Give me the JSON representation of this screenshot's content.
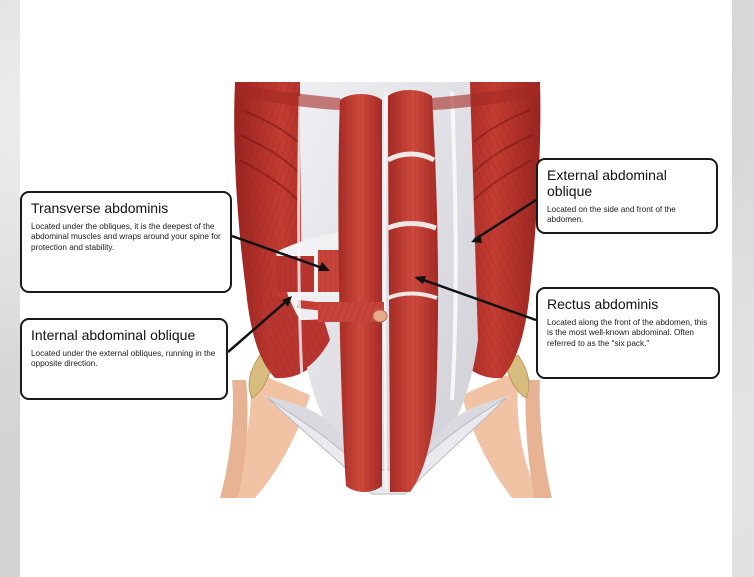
{
  "callouts": {
    "transverse": {
      "title": "Transverse abdominis",
      "desc": "Located under the obliques, it is the deepest of the abdominal muscles and wraps around your spine for protection and stability."
    },
    "internal": {
      "title": "Internal abdominal oblique",
      "desc": "Located under the external obliques, running in the opposite direction."
    },
    "external": {
      "title": "External abdominal oblique",
      "desc": "Located on the side and front of the abdomen."
    },
    "rectus": {
      "title": "Rectus abdominis",
      "desc": "Located along the front of the abdomen, this is the most well-known abdominal. Often referred to as the \"six pack.\""
    }
  },
  "colors": {
    "muscle": "#b8332b",
    "muscle_dark": "#8e1f1b",
    "fascia": "#e4e4e8",
    "skin": "#f2c6a8",
    "bone": "#d8bc7e"
  }
}
